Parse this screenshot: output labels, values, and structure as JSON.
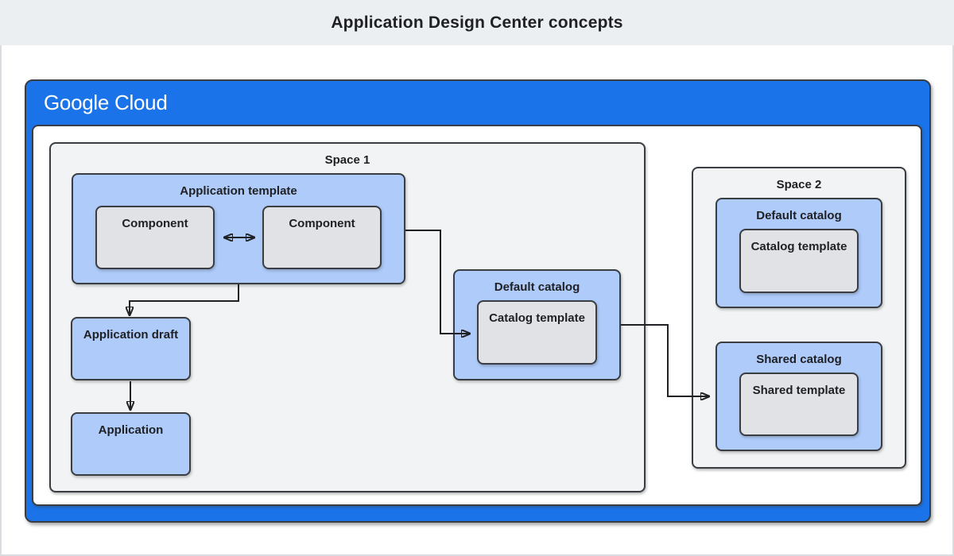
{
  "header": {
    "title": "Application Design Center concepts"
  },
  "google_cloud": {
    "brand": "Google",
    "product": "Cloud"
  },
  "diagram": {
    "space1": {
      "label": "Space 1",
      "application_template": {
        "label": "Application template",
        "components": [
          "Component",
          "Component"
        ]
      },
      "application_draft": {
        "label": "Application draft"
      },
      "application": {
        "label": "Application"
      },
      "default_catalog": {
        "label": "Default catalog",
        "catalog_template": {
          "label": "Catalog template"
        }
      }
    },
    "space2": {
      "label": "Space 2",
      "default_catalog": {
        "label": "Default catalog",
        "catalog_template": {
          "label": "Catalog template"
        }
      },
      "shared_catalog": {
        "label": "Shared catalog",
        "shared_template": {
          "label": "Shared template"
        }
      }
    },
    "connectors": [
      {
        "from": "component",
        "to": "component",
        "style": "double-arrow"
      },
      {
        "from": "application-template",
        "to": "application-draft",
        "style": "arrow"
      },
      {
        "from": "application-draft",
        "to": "application",
        "style": "arrow"
      },
      {
        "from": "application-template",
        "to": "default-catalog-space1",
        "style": "arrow"
      },
      {
        "from": "default-catalog-space1",
        "to": "shared-catalog-space2",
        "style": "arrow"
      }
    ],
    "colors": {
      "google_blue": "#1a73e8",
      "box_blue": "#aecbfa",
      "box_gray": "#e0e2e5",
      "space_gray": "#f1f3f4",
      "header_bg": "#eceff1",
      "border": "#3a3d42",
      "connector": "#202124"
    }
  }
}
